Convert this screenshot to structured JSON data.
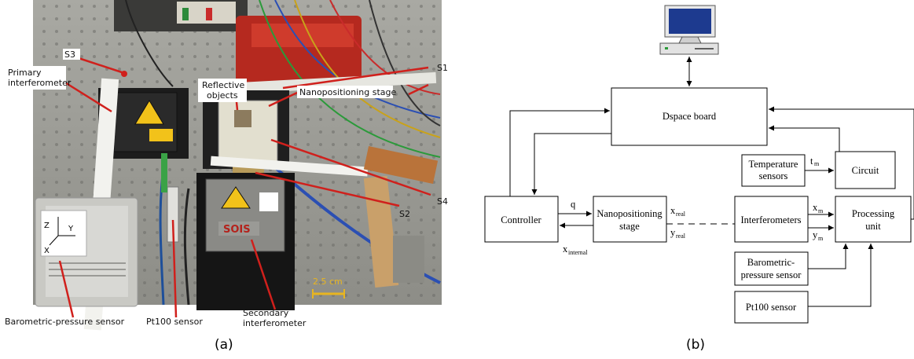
{
  "photo_panel": {
    "caption": "(a)",
    "labels": {
      "s3": "S3",
      "primary_interferometer_line1": "Primary",
      "primary_interferometer_line2": "interferometer",
      "reflective_objects_line1": "Reflective",
      "reflective_objects_line2": "objects",
      "nanopositioning_stage": "Nanopositioning stage",
      "s1": "S1",
      "s4": "S4",
      "s2": "S2",
      "barometric_sensor": "Barometric-pressure sensor",
      "pt100_sensor": "Pt100 sensor",
      "secondary_interferometer_line1": "Secondary",
      "secondary_interferometer_line2": "interferometer",
      "scale_bar": "2.5 cm",
      "device_brand": "SOIS",
      "axis_z": "Z",
      "axis_y": "Y",
      "axis_x": "X"
    },
    "colors": {
      "label_arrow": "#d0201c",
      "scale_bar": "#e8b520"
    }
  },
  "diagram_panel": {
    "caption": "(b)",
    "computer_icon": "computer-icon",
    "blocks": {
      "dspace": "Dspace board",
      "controller": "Controller",
      "stage_line1": "Nanopositioning",
      "stage_line2": "stage",
      "temperature_line1": "Temperature",
      "temperature_line2": "sensors",
      "circuit": "Circuit",
      "interferometers": "Interferometers",
      "processing_line1": "Processing",
      "processing_line2": "unit",
      "barometric_line1": "Barometric-",
      "barometric_line2": "pressure sensor",
      "pt100": "Pt100 sensor"
    },
    "signals": {
      "q": "q",
      "x_real": "x",
      "x_real_sub": "real",
      "y_real": "y",
      "y_real_sub": "real",
      "x_internal": "x",
      "x_internal_sub": "internal",
      "t_m": "t",
      "t_m_sub": "m",
      "x_m": "x",
      "x_m_sub": "m",
      "y_m": "y",
      "y_m_sub": "m"
    }
  }
}
